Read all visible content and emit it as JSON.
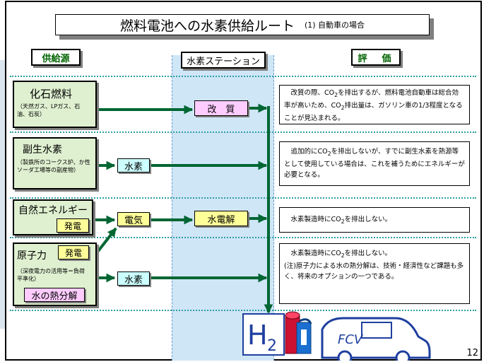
{
  "title": {
    "main": "燃料電池への水素供給ルート",
    "sub": "(1) 自動車の場合"
  },
  "headers": {
    "supply": "供給源",
    "station": "水素ステーション",
    "evaluation": "評　価"
  },
  "sources": {
    "fossil": {
      "title": "化石燃料",
      "note": "（天然ガス、LPガス、石油、石炭）"
    },
    "byproduct": {
      "title": "副生水素",
      "note": "（製鉄所のコークス炉、か性ソーダ工場等の副産物）"
    },
    "natural": {
      "title": "自然エネルギー",
      "tag": "発電"
    },
    "nuclear": {
      "title": "原子力",
      "tag": "発電",
      "note": "（深夜電力の活用等＝負荷平準化）",
      "tag2": "水の熱分解"
    }
  },
  "flow": {
    "reform": "改　質",
    "hydrogen1": "水素",
    "electricity": "電気",
    "electrolysis": "水電解",
    "hydrogen2": "水素"
  },
  "evaluations": {
    "e1": {
      "a": "改質の際、CO",
      "b": "を排出するが、燃料電池自動車は総合効率が高いため、CO",
      "c": "排出量は、ガソリン車の1/3程度となることが見込まれる。"
    },
    "e2": {
      "a": "追加的にCO",
      "b": "を排出しないが、すでに副生水素を熱源等として使用している場合は、これを補うためにエネルギーが必要となる。"
    },
    "e3": {
      "a": "水素製造時にCO",
      "b": "を排出しない。"
    },
    "e4": {
      "a": "水素製造時にCO",
      "b": "を排出しない。",
      "c": "(注)原子力による水の熱分解は、技術・経済性など課題も多く、将来のオプションの一つである。"
    },
    "sub2": "2"
  },
  "fcv": {
    "h": "H",
    "sub": "2",
    "label": "FCV"
  },
  "page_number": "12",
  "colors": {
    "source_fill": "#dff0d0",
    "station_fill": "#cfe6f7",
    "arrow": "#006633",
    "header_text": "#006400",
    "dotted": "#2e9e9e"
  }
}
